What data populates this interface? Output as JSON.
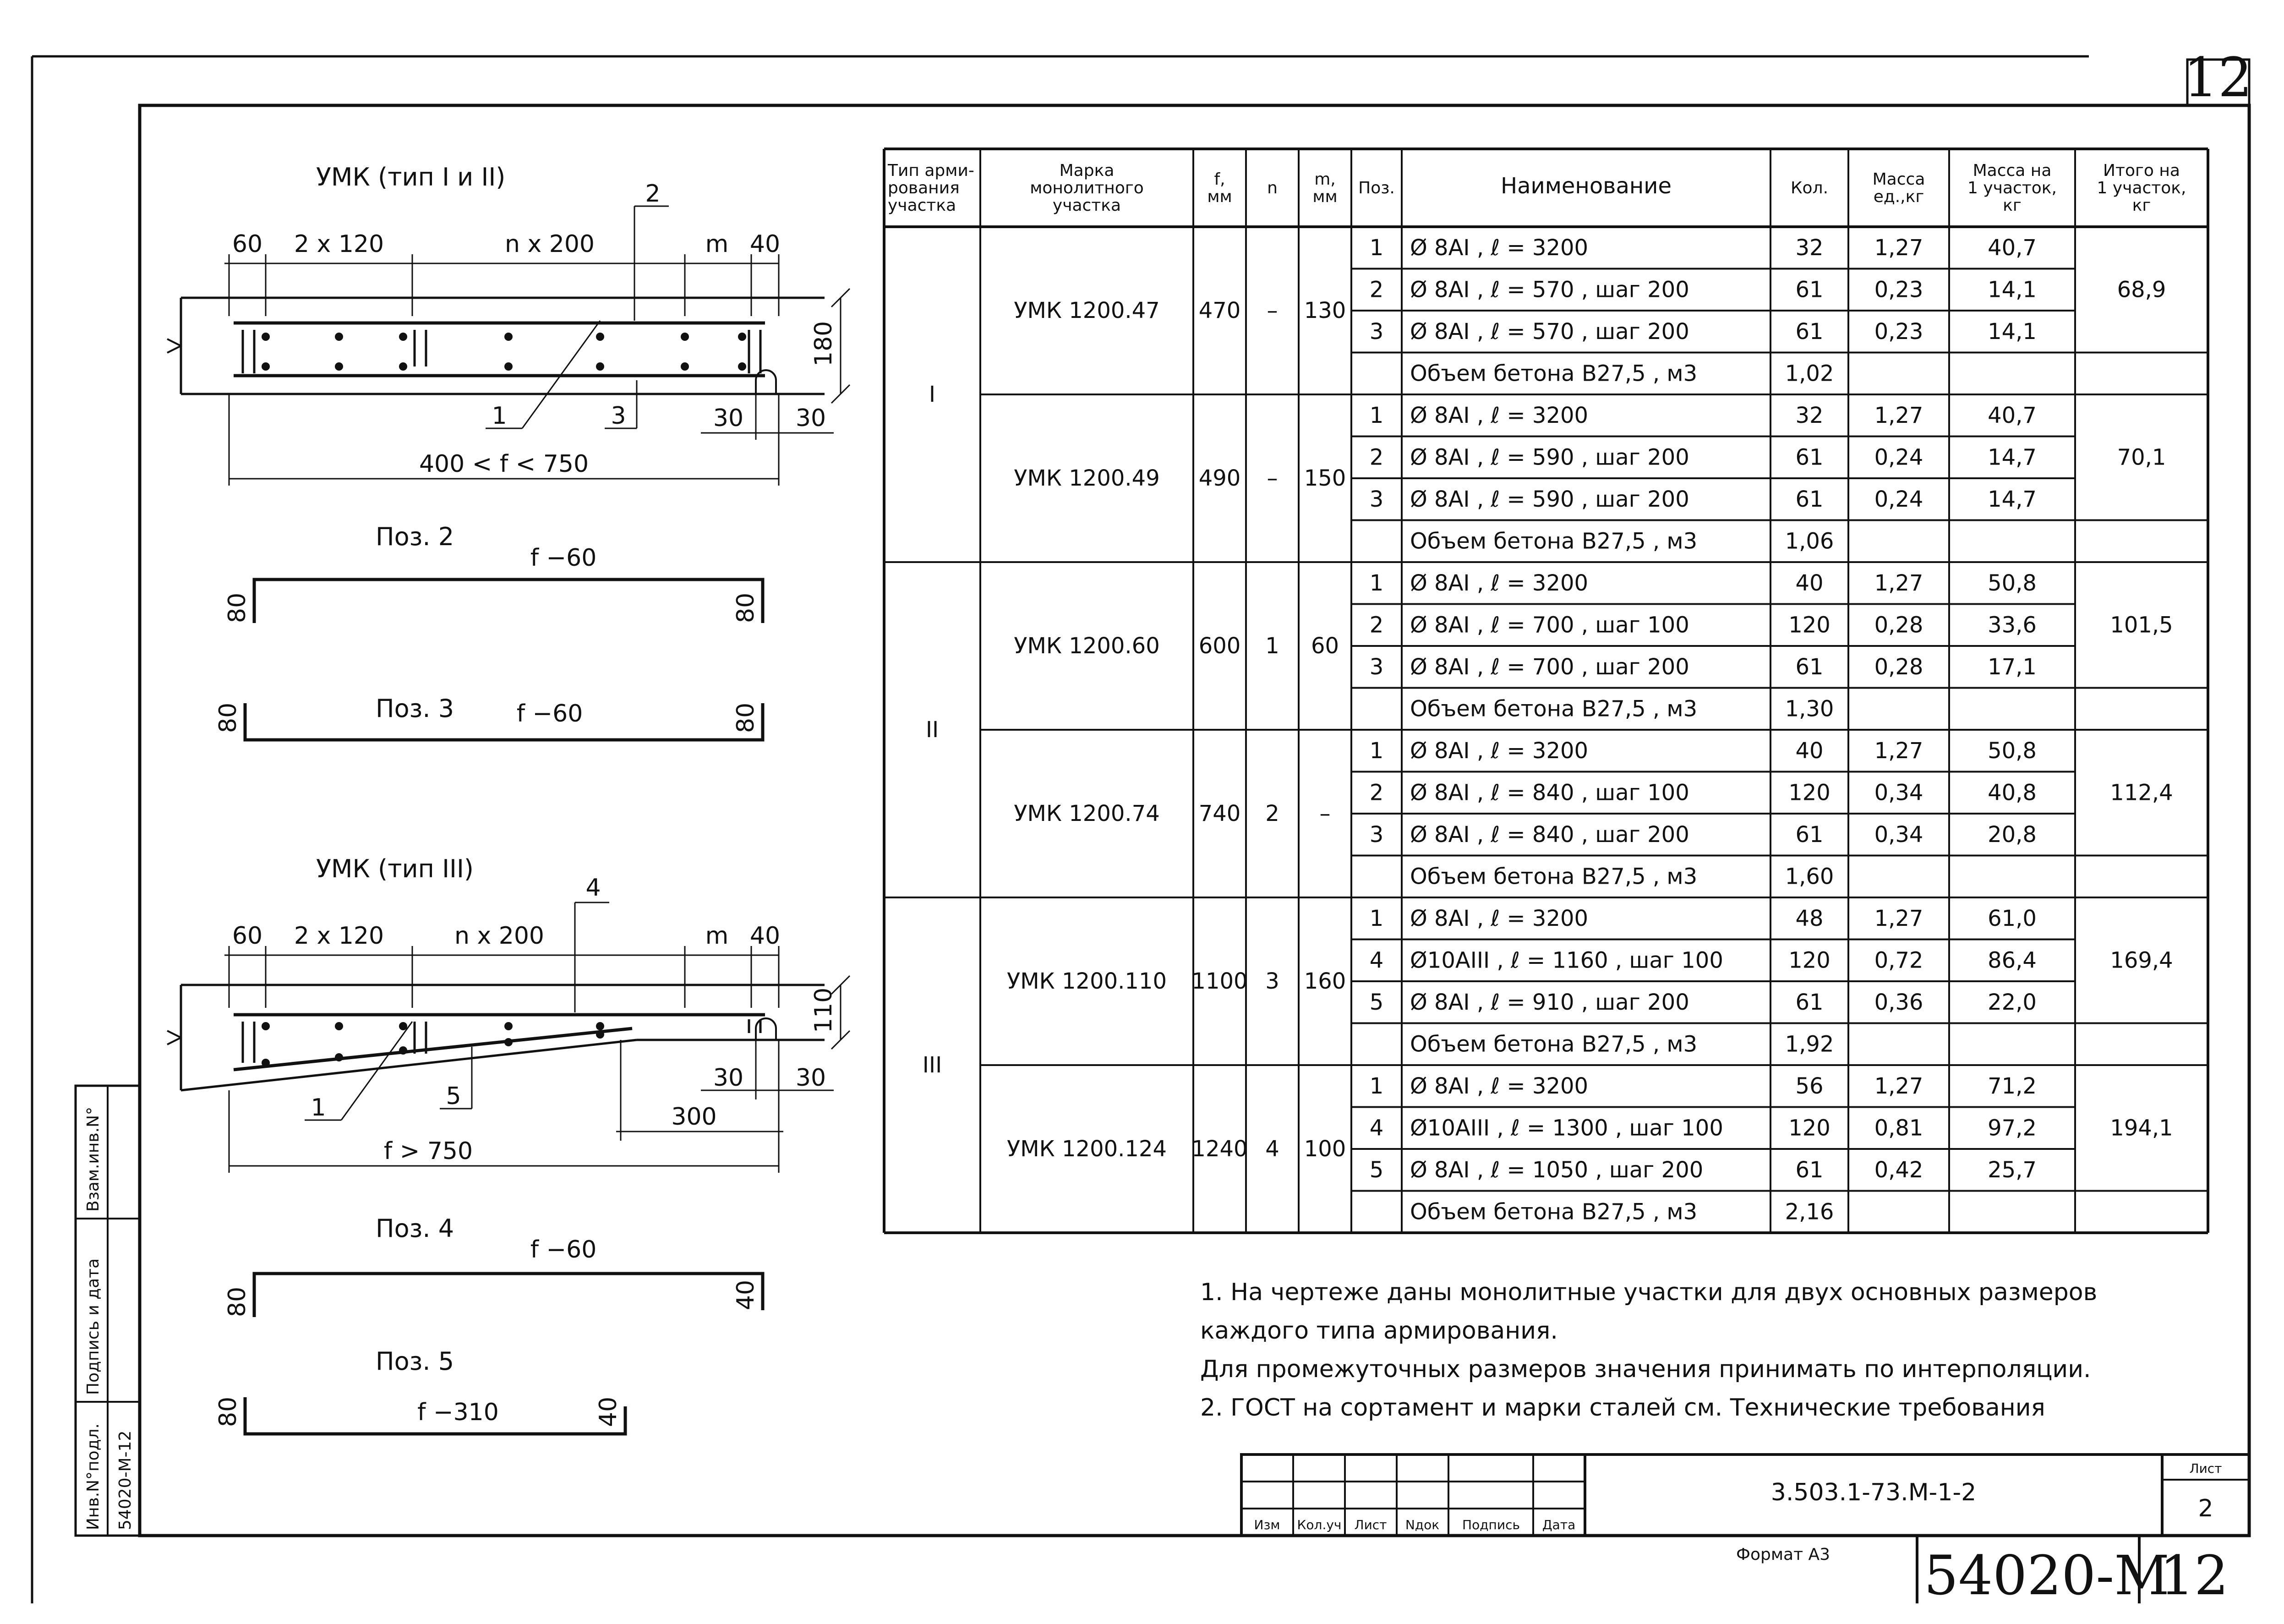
{
  "sheet": {
    "corner_number": "12",
    "code": "3.503.1-73.М-1-2",
    "sheet_label": "Лист",
    "sheet_no": "2",
    "format": "Формат А3",
    "inventory": "54020-М",
    "inventory_sheet": "12",
    "stamp_cols": [
      "Изм",
      "Кол.уч",
      "Лист",
      "Nдок",
      "Подпись",
      "Дата"
    ],
    "side_labels": [
      "Инв.N°подл.",
      "Подпись и дата",
      "Взам.инв.N°"
    ],
    "side_inventory": "54020-М-12"
  },
  "drawings": {
    "top": {
      "title": "УМК (тип I и II)",
      "dims_top": [
        "60",
        "2 x 120",
        "n x 200",
        "m",
        "40"
      ],
      "height": "180",
      "pos_labels": [
        "2",
        "1",
        "3"
      ],
      "dims_bottom": [
        "30",
        "30"
      ],
      "span": "400 < f < 750"
    },
    "pos2": {
      "title": "Поз. 2",
      "length": "f −60",
      "left": "80",
      "right": "80"
    },
    "pos3": {
      "title": "Поз. 3",
      "length": "f −60",
      "left": "80",
      "right": "80"
    },
    "bottom": {
      "title": "УМК (тип III)",
      "dims_top": [
        "60",
        "2 x 120",
        "n x 200",
        "m",
        "40"
      ],
      "height": "110",
      "pos_labels": [
        "4",
        "1",
        "5"
      ],
      "dims_bottom": [
        "30",
        "30",
        "300"
      ],
      "span": "f > 750"
    },
    "pos4": {
      "title": "Поз. 4",
      "length": "f −60",
      "left": "80",
      "right": "40"
    },
    "pos5": {
      "title": "Поз. 5",
      "length": "f −310",
      "left": "80",
      "right": "40"
    }
  },
  "table": {
    "headers": [
      "Тип арми-\nрования\nучастка",
      "Марка\nмонолитного\nучастка",
      "f,\nмм",
      "n",
      "m,\nмм",
      "Поз.",
      "Наименование",
      "Кол.",
      "Масса\nед.,кг",
      "Масса на\n1 участок,\nкг",
      "Итого на\n1 участок,\nкг"
    ],
    "types": [
      "I",
      "II",
      "III"
    ],
    "groups": [
      {
        "mark": "УМК 1200.47",
        "f": "470",
        "n": "–",
        "m": "130",
        "total": "68,9",
        "rows": [
          {
            "pos": "1",
            "name": "Ø 8AI , ℓ = 3200",
            "qty": "32",
            "mass": "1,27",
            "sum": "40,7"
          },
          {
            "pos": "2",
            "name": "Ø 8AI , ℓ = 570 , шаг 200",
            "qty": "61",
            "mass": "0,23",
            "sum": "14,1"
          },
          {
            "pos": "3",
            "name": "Ø 8AI , ℓ = 570 , шаг 200",
            "qty": "61",
            "mass": "0,23",
            "sum": "14,1"
          },
          {
            "pos": "",
            "name": "Объем бетона В27,5 , м3",
            "qty": "1,02",
            "mass": "",
            "sum": ""
          }
        ]
      },
      {
        "mark": "УМК 1200.49",
        "f": "490",
        "n": "–",
        "m": "150",
        "total": "70,1",
        "rows": [
          {
            "pos": "1",
            "name": "Ø 8AI , ℓ = 3200",
            "qty": "32",
            "mass": "1,27",
            "sum": "40,7"
          },
          {
            "pos": "2",
            "name": "Ø 8AI , ℓ = 590 , шаг 200",
            "qty": "61",
            "mass": "0,24",
            "sum": "14,7"
          },
          {
            "pos": "3",
            "name": "Ø 8AI , ℓ = 590 , шаг 200",
            "qty": "61",
            "mass": "0,24",
            "sum": "14,7"
          },
          {
            "pos": "",
            "name": "Объем бетона В27,5 , м3",
            "qty": "1,06",
            "mass": "",
            "sum": ""
          }
        ]
      },
      {
        "mark": "УМК 1200.60",
        "f": "600",
        "n": "1",
        "m": "60",
        "total": "101,5",
        "rows": [
          {
            "pos": "1",
            "name": "Ø 8AI , ℓ = 3200",
            "qty": "40",
            "mass": "1,27",
            "sum": "50,8"
          },
          {
            "pos": "2",
            "name": "Ø 8AI , ℓ = 700 , шаг 100",
            "qty": "120",
            "mass": "0,28",
            "sum": "33,6"
          },
          {
            "pos": "3",
            "name": "Ø 8AI , ℓ = 700 , шаг 200",
            "qty": "61",
            "mass": "0,28",
            "sum": "17,1"
          },
          {
            "pos": "",
            "name": "Объем бетона В27,5 , м3",
            "qty": "1,30",
            "mass": "",
            "sum": ""
          }
        ]
      },
      {
        "mark": "УМК 1200.74",
        "f": "740",
        "n": "2",
        "m": "–",
        "total": "112,4",
        "rows": [
          {
            "pos": "1",
            "name": "Ø 8AI , ℓ = 3200",
            "qty": "40",
            "mass": "1,27",
            "sum": "50,8"
          },
          {
            "pos": "2",
            "name": "Ø 8AI , ℓ = 840 , шаг 100",
            "qty": "120",
            "mass": "0,34",
            "sum": "40,8"
          },
          {
            "pos": "3",
            "name": "Ø 8AI , ℓ = 840 , шаг 200",
            "qty": "61",
            "mass": "0,34",
            "sum": "20,8"
          },
          {
            "pos": "",
            "name": "Объем бетона В27,5 , м3",
            "qty": "1,60",
            "mass": "",
            "sum": ""
          }
        ]
      },
      {
        "mark": "УМК 1200.110",
        "f": "1100",
        "n": "3",
        "m": "160",
        "total": "169,4",
        "rows": [
          {
            "pos": "1",
            "name": "Ø 8AI , ℓ = 3200",
            "qty": "48",
            "mass": "1,27",
            "sum": "61,0"
          },
          {
            "pos": "4",
            "name": "Ø10AIII , ℓ = 1160 , шаг 100",
            "qty": "120",
            "mass": "0,72",
            "sum": "86,4"
          },
          {
            "pos": "5",
            "name": "Ø 8AI , ℓ = 910 , шаг 200",
            "qty": "61",
            "mass": "0,36",
            "sum": "22,0"
          },
          {
            "pos": "",
            "name": "Объем бетона В27,5 , м3",
            "qty": "1,92",
            "mass": "",
            "sum": ""
          }
        ]
      },
      {
        "mark": "УМК 1200.124",
        "f": "1240",
        "n": "4",
        "m": "100",
        "total": "194,1",
        "rows": [
          {
            "pos": "1",
            "name": "Ø 8AI , ℓ = 3200",
            "qty": "56",
            "mass": "1,27",
            "sum": "71,2"
          },
          {
            "pos": "4",
            "name": "Ø10AIII , ℓ = 1300 , шаг 100",
            "qty": "120",
            "mass": "0,81",
            "sum": "97,2"
          },
          {
            "pos": "5",
            "name": "Ø 8AI , ℓ = 1050 , шаг 200",
            "qty": "61",
            "mass": "0,42",
            "sum": "25,7"
          },
          {
            "pos": "",
            "name": "Объем бетона В27,5 , м3",
            "qty": "2,16",
            "mass": "",
            "sum": ""
          }
        ]
      }
    ]
  },
  "notes": [
    "1. На чертеже даны монолитные участки для двух основных размеров",
    "каждого типа армирования.",
    "Для промежуточных размеров значения принимать по интерполяции.",
    "2. ГОСТ на сортамент и марки сталей см. Технические требования"
  ]
}
